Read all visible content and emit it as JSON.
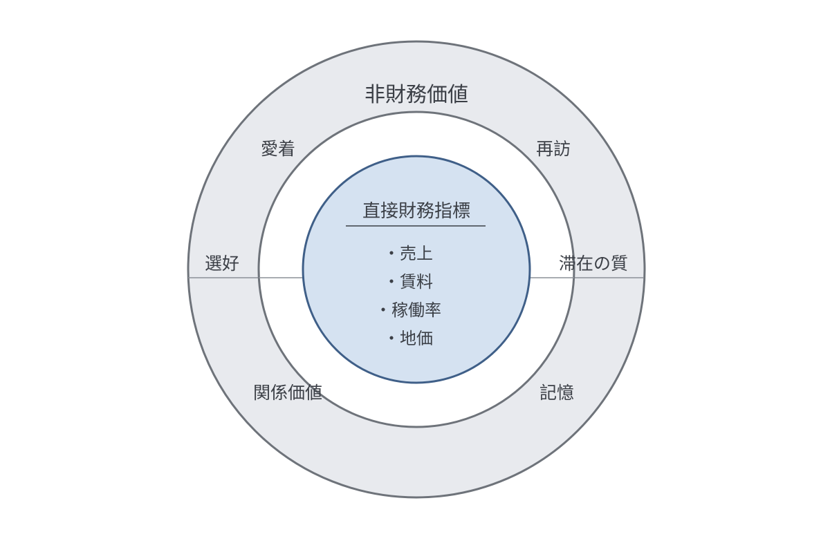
{
  "outer": {
    "title": "非財務価値"
  },
  "ring_labels": {
    "top_left": "愛着",
    "top_right": "再訪",
    "mid_left": "選好",
    "mid_right": "滞在の質",
    "bottom_left": "関係価値",
    "bottom_right": "記憶"
  },
  "core": {
    "title": "直接財務指標",
    "items": [
      "・売上",
      "・賃料",
      "・稼働率",
      "・地価"
    ]
  },
  "colors": {
    "outer_ring_fill": "#e8eaee",
    "ring_stroke": "#6e737a",
    "middle_fill": "#ffffff",
    "core_fill": "#d5e2f1",
    "core_stroke": "#3f5f88",
    "text": "#3b3f46"
  }
}
